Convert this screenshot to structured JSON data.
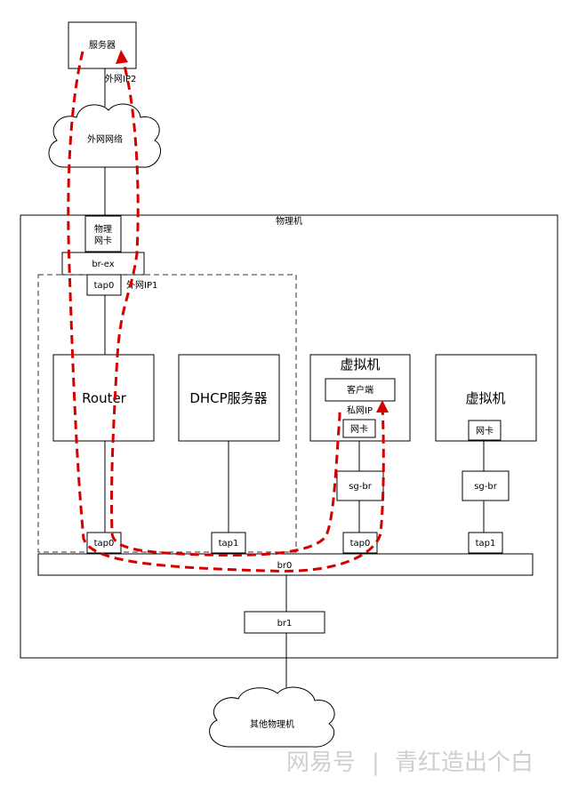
{
  "labels": {
    "server": "服务器",
    "server_ip": "外网IP2",
    "external_net": "外网网络",
    "physical_machine": "物理机",
    "phys_nic_line1": "物理",
    "phys_nic_line2": "网卡",
    "br_ex": "br-ex",
    "tap0_top": "tap0",
    "router_ip": "外网IP1",
    "router": "Router",
    "dhcp_server": "DHCP服务器",
    "vm1": "虚拟机",
    "client": "客户端",
    "private_ip": "私网IP",
    "vm1_nic": "网卡",
    "vm1_sgbr": "sg-br",
    "vm2": "虚拟机",
    "vm2_nic": "网卡",
    "vm2_sgbr": "sg-br",
    "tap_router": "tap0",
    "tap_dhcp": "tap1",
    "tap_vm1": "tap0",
    "tap_vm2": "tap1",
    "br0": "br0",
    "br1": "br1",
    "other_machine": "其他物理机"
  },
  "watermark": {
    "platform": "网易号",
    "separator": "|",
    "author": "青红造出个白"
  },
  "colors": {
    "flow_path": "#d40000",
    "line": "#000000",
    "watermark": "#cfcfcf"
  }
}
